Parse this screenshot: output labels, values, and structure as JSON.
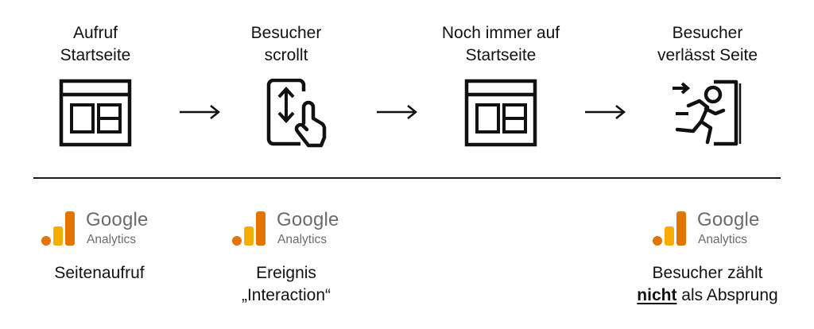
{
  "steps": [
    {
      "line1": "Aufruf",
      "line2": "Startseite",
      "icon": "browser-window-icon"
    },
    {
      "line1": "Besucher",
      "line2": "scrollt",
      "icon": "phone-scroll-icon"
    },
    {
      "line1": "Noch immer auf",
      "line2": "Startseite",
      "icon": "browser-window-icon"
    },
    {
      "line1": "Besucher",
      "line2": "verlässt Seite",
      "icon": "exit-running-icon"
    }
  ],
  "arrow_glyph": "→",
  "analytics": {
    "brand": "Google",
    "product": "Analytics",
    "colors": {
      "bar_light": "#F9AB00",
      "bar_dark": "#E37400",
      "text": "#6b6b6b"
    }
  },
  "captions": {
    "pageview": "Seitenaufruf",
    "event_line1": "Ereignis",
    "event_line2": "„Interaction“",
    "bounce_line1": "Besucher zählt",
    "bounce_strong": "nicht",
    "bounce_rest": " als Absprung"
  }
}
